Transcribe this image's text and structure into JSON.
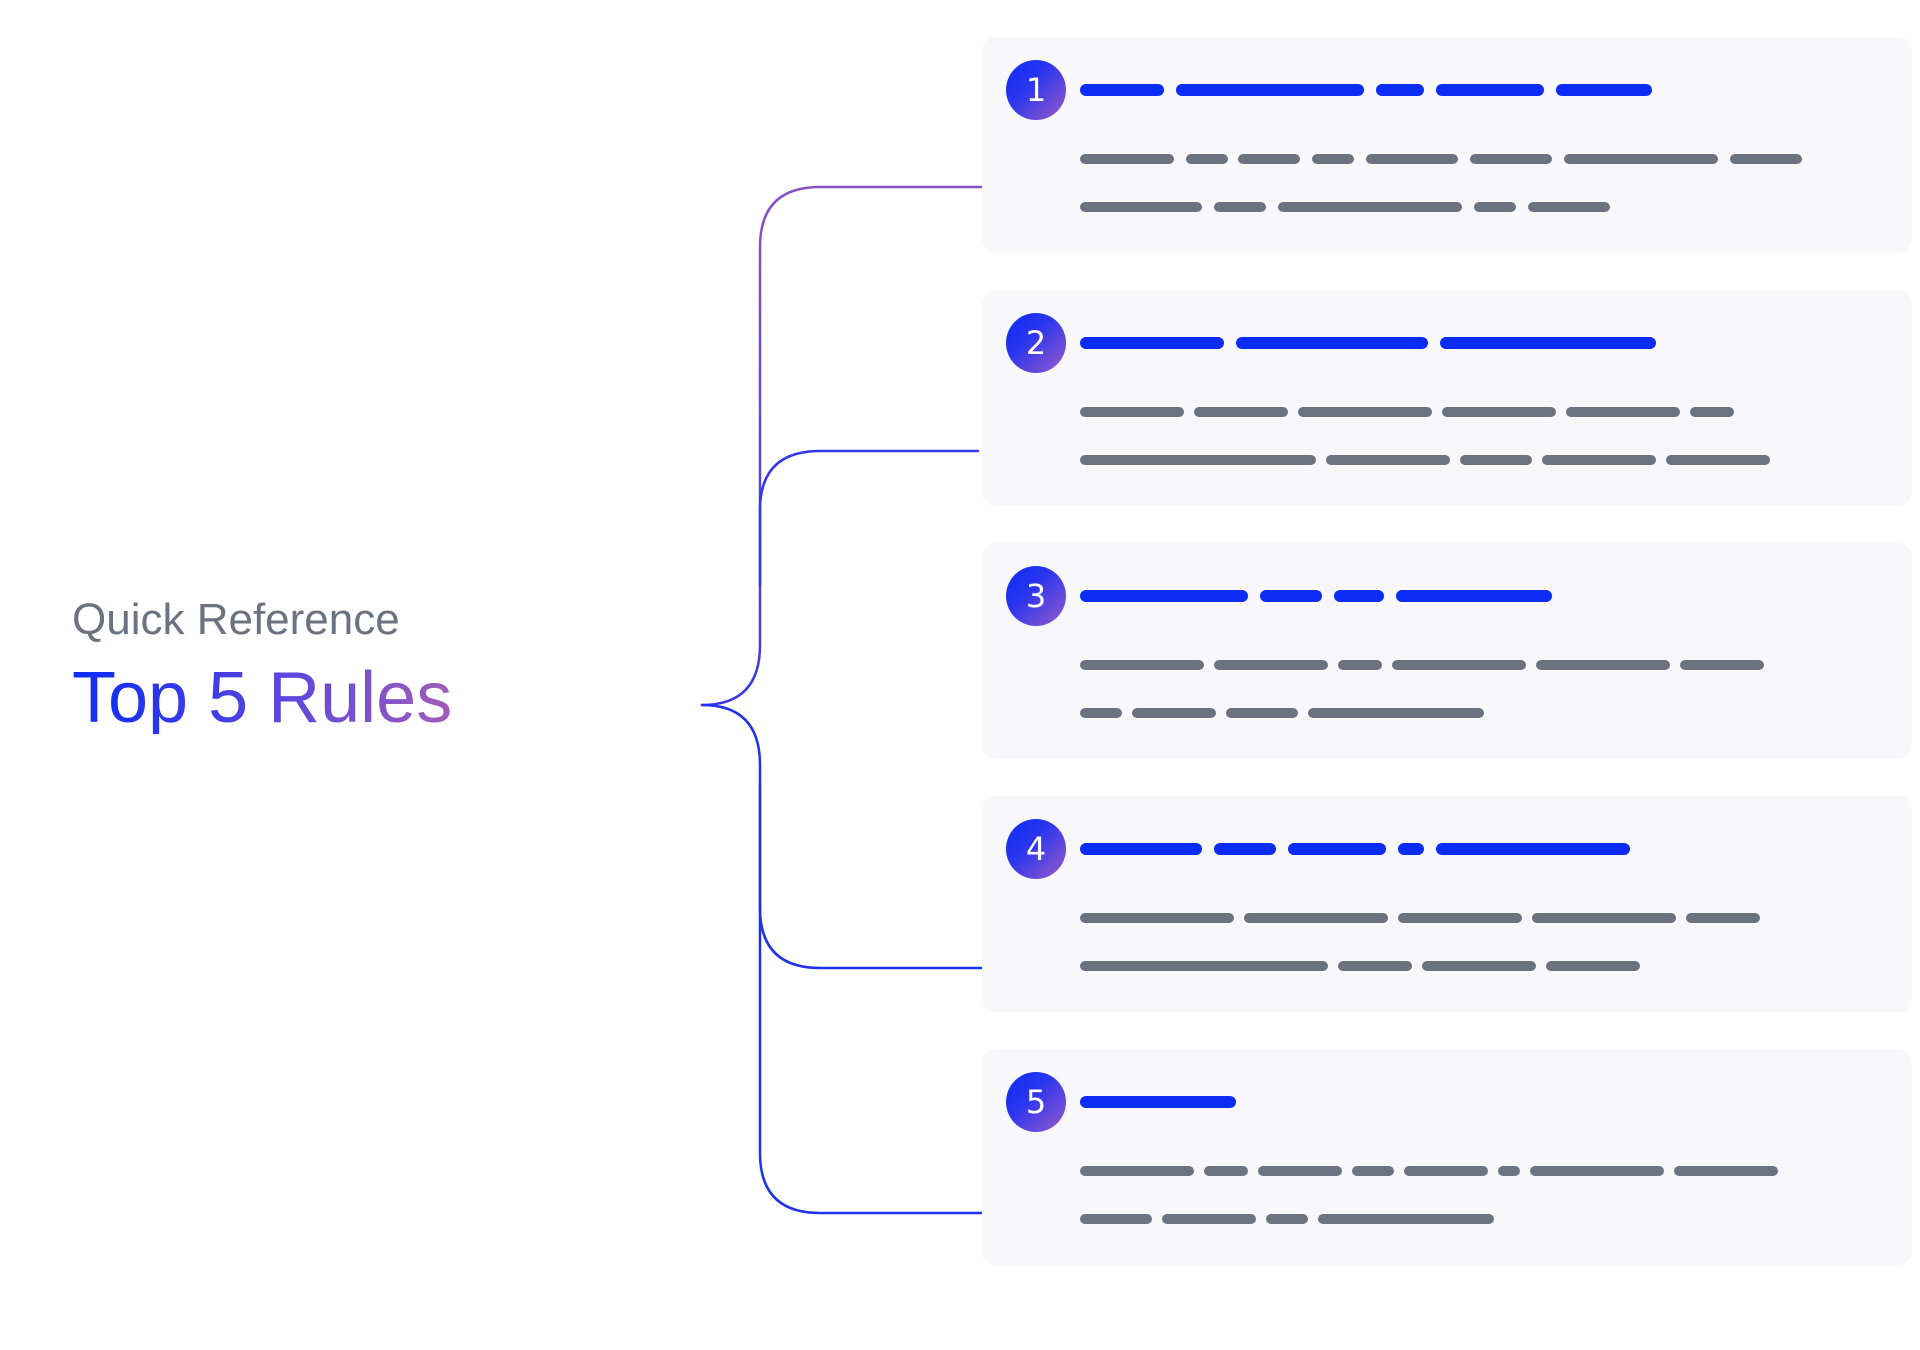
{
  "header": {
    "subtitle": "Quick Reference",
    "title": "Top 5 Rules"
  },
  "colors": {
    "accent_blue": "#0a2cf5",
    "accent_purple": "#a25cb8",
    "accent_pink": "#e06aa4",
    "text_gray": "#6b7280",
    "card_bg": "#f8f8fa"
  },
  "rules": [
    {
      "number": "1"
    },
    {
      "number": "2"
    },
    {
      "number": "3"
    },
    {
      "number": "4"
    },
    {
      "number": "5"
    }
  ]
}
